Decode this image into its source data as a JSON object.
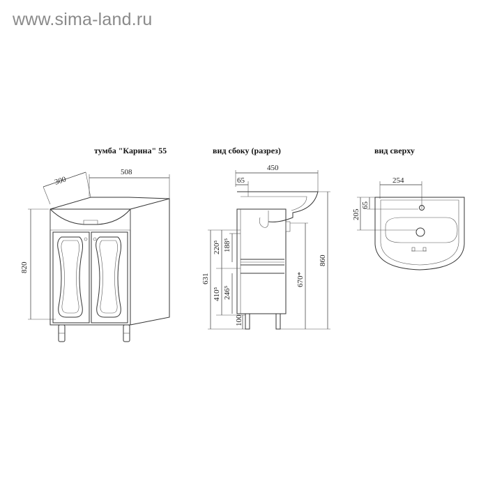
{
  "watermark": "www.sima-land.ru",
  "titles": {
    "front": "тумба \"Карина\" 55",
    "side": "вид сбоку (разрез)",
    "top": "вид сверху"
  },
  "front_dims": {
    "depth": "300",
    "width": "508",
    "height": "820"
  },
  "side_dims": {
    "width": "450",
    "offset": "65",
    "shelf_upper_outer": "220⁵",
    "shelf_upper_inner": "188⁵",
    "body": "631",
    "lower_outer": "410⁵",
    "lower_inner": "246⁵",
    "legs": "100",
    "inner_height": "670*",
    "total": "860"
  },
  "top_dims": {
    "width": "254",
    "depth": "205",
    "offset": "65"
  }
}
